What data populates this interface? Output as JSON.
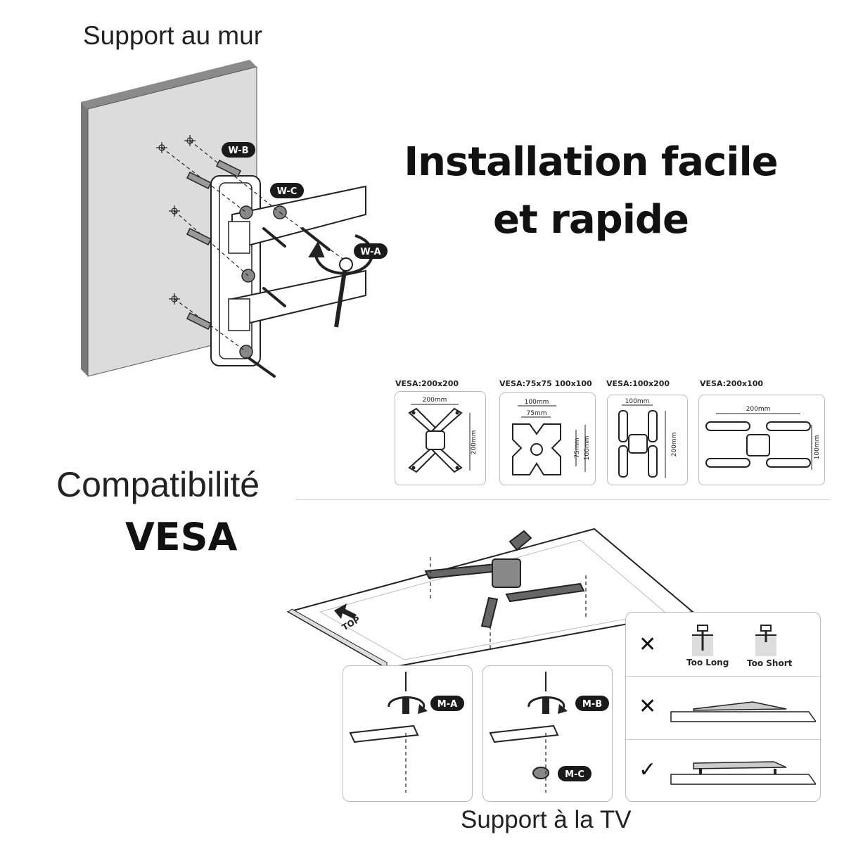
{
  "headings": {
    "wall_mount": "Support au mur",
    "main_line1": "Installation facile",
    "main_line2": "et rapide",
    "compat": "Compatibilité",
    "vesa": "VESA",
    "tv_mount": "Support à la TV"
  },
  "wall_badges": {
    "wb": "W-B",
    "wc": "W-C",
    "wa": "W-A"
  },
  "vesa_patterns": [
    {
      "label": "VESA:200x200",
      "dims": [
        "200mm",
        "200mm"
      ]
    },
    {
      "label": "VESA:75x75 100x100",
      "dims": [
        "100mm",
        "75mm",
        "75mm",
        "100mm"
      ]
    },
    {
      "label": "VESA:100x200",
      "dims": [
        "100mm",
        "200mm"
      ]
    },
    {
      "label": "VESA:200x100",
      "dims": [
        "200mm",
        "100mm"
      ]
    }
  ],
  "tv_top_label": "TOP",
  "tv_badges": {
    "ma": "M-A",
    "mb": "M-B",
    "mc": "M-C"
  },
  "screw_check": {
    "too_long": "Too Long",
    "too_short": "Too Short",
    "marks": [
      "✕",
      "✕",
      "✓"
    ]
  },
  "colors": {
    "wall_edge": "#8a8a8a",
    "wall_face": "#dcdcdc",
    "line": "#222222",
    "badge": "#1a1a1a"
  }
}
